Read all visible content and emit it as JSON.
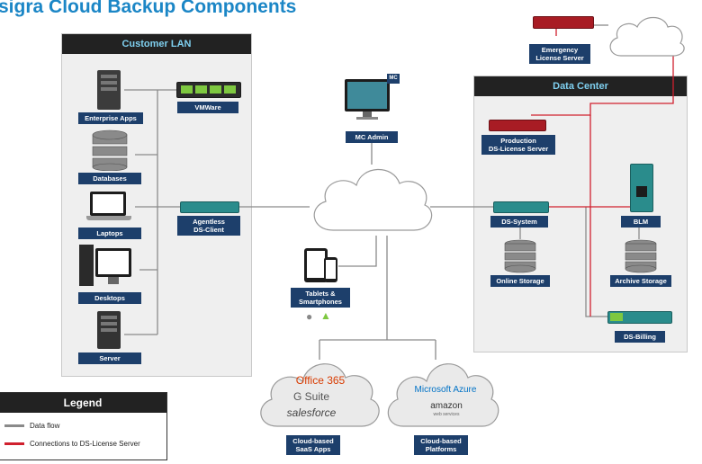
{
  "title": "sigra Cloud Backup Components",
  "panels": {
    "customer_lan": "Customer LAN",
    "data_center": "Data Center"
  },
  "labels": {
    "enterprise_apps": "Enterprise Apps",
    "vmware": "VMWare",
    "databases": "Databases",
    "laptops": "Laptops",
    "agentless_1": "Agentless",
    "agentless_2": "DS-Client",
    "desktops": "Desktops",
    "server": "Server",
    "mc_admin": "MC Admin",
    "mc_badge": "MC",
    "tablets_1": "Tablets &",
    "tablets_2": "Smartphones",
    "emergency_1": "Emergency",
    "emergency_2": "License Server",
    "production_1": "Production",
    "production_2": "DS-License Server",
    "ds_system": "DS-System",
    "blm": "BLM",
    "online_storage": "Online Storage",
    "archive_storage": "Archive Storage",
    "ds_billing": "DS-Billing",
    "saas_1": "Cloud-based",
    "saas_2": "SaaS Apps",
    "platforms_1": "Cloud-based",
    "platforms_2": "Platforms"
  },
  "clouds": {
    "saas": {
      "office": "Office 365",
      "gsuite": "G Suite",
      "salesforce": "salesforce"
    },
    "platforms": {
      "azure": "Microsoft Azure",
      "amazon": "amazon",
      "aws_sub": "web services"
    }
  },
  "legend": {
    "title": "Legend",
    "data_flow": "Data flow",
    "license": "Connections to DS-License Server",
    "colors": {
      "data_flow": "#8a8a8a",
      "license": "#d0202e"
    }
  },
  "colors": {
    "label_bg": "#1d3f6b",
    "title": "#1b86c6",
    "accent_teal": "#2a8c8c"
  }
}
